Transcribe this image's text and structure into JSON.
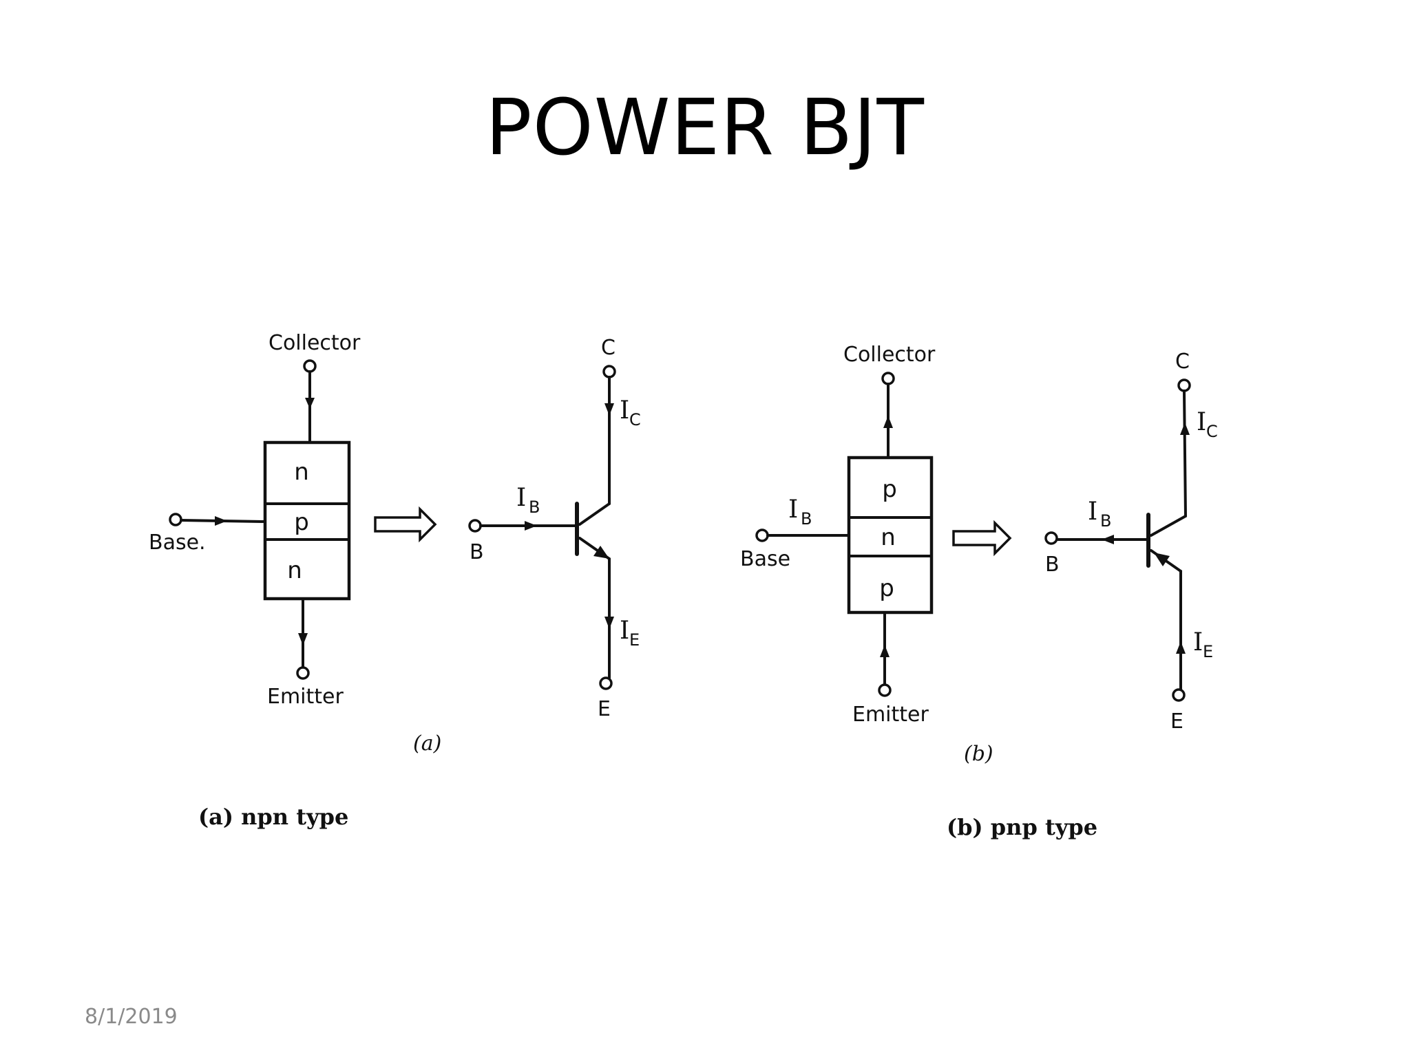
{
  "slide": {
    "title": "POWER BJT",
    "date": "8/1/2019"
  },
  "npn": {
    "collector_label": "Collector",
    "base_label": "Base.",
    "emitter_label": "Emitter",
    "layers": [
      "n",
      "p",
      "n"
    ],
    "symbol": {
      "c": "C",
      "b": "B",
      "e": "E",
      "ib": "I",
      "ib_sub": "B",
      "ic": "I",
      "ic_sub": "C",
      "ie": "I",
      "ie_sub": "E"
    },
    "figure_label": "(a)",
    "caption": "(a) npn type"
  },
  "pnp": {
    "collector_label": "Collector",
    "base_label": "Base",
    "emitter_label": "Emitter",
    "layers": [
      "p",
      "n",
      "p"
    ],
    "base_current": "I",
    "base_current_sub": "B",
    "symbol": {
      "c": "C",
      "b": "B",
      "e": "E",
      "ib": "I",
      "ib_sub": "B",
      "ic": "I",
      "ic_sub": "C",
      "ie": "I",
      "ie_sub": "E"
    },
    "figure_label": "(b)",
    "caption": "(b) pnp type"
  }
}
